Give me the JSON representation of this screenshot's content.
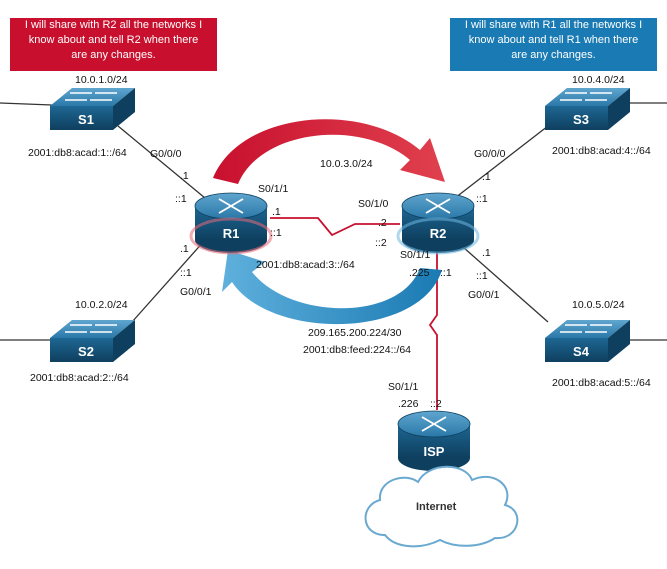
{
  "callouts": {
    "r1": [
      "I will share with R2 all the networks I",
      "know about and tell R2 when there",
      "are any changes."
    ],
    "r2": [
      "I will share with R1 all the networks I",
      "know about and tell R1 when there",
      "are any changes."
    ]
  },
  "devices": {
    "s1": "S1",
    "s2": "S2",
    "s3": "S3",
    "s4": "S4",
    "r1": "R1",
    "r2": "R2",
    "isp": "ISP",
    "internet": "Internet"
  },
  "networks": {
    "s1_v4": "10.0.1.0/24",
    "s1_v6": "2001:db8:acad:1::/64",
    "s2_v4": "10.0.2.0/24",
    "s2_v6": "2001:db8:acad:2::/64",
    "s3_v4": "10.0.4.0/24",
    "s3_v6": "2001:db8:acad:4::/64",
    "s4_v4": "10.0.5.0/24",
    "s4_v6": "2001:db8:acad:5::/64",
    "r1r2_v4": "10.0.3.0/24",
    "r1r2_v6": "2001:db8:acad:3::/64",
    "isp_v4": "209.165.200.224/30",
    "isp_v6": "2001:db8:feed:224::/64"
  },
  "interfaces": {
    "r1_g000": "G0/0/0",
    "r1_g000_v4": ".1",
    "r1_g000_v6": "::1",
    "r1_g001": "G0/0/1",
    "r1_g001_v4": ".1",
    "r1_g001_v6": "::1",
    "r1_s011": "S0/1/1",
    "r1_s011_v4": ".1",
    "r1_s011_v6": "::1",
    "r2_s010": "S0/1/0",
    "r2_s010_v4": ".2",
    "r2_s010_v6": "::2",
    "r2_g000": "G0/0/0",
    "r2_g000_v4": ".1",
    "r2_g000_v6": "::1",
    "r2_g001": "G0/0/1",
    "r2_g001_v4": ".1",
    "r2_g001_v6": "::1",
    "r2_s011": "S0/1/1",
    "r2_s011_v4": ".225",
    "r2_s011_v6": "::1",
    "isp_s011": "S0/1/1",
    "isp_s011_v4": ".226",
    "isp_s011_v6": "::2"
  },
  "colors": {
    "r1_accent": "#c8102e",
    "r2_accent": "#1a7ab3",
    "device_body": "#1b5f86",
    "serial_link": "#c8102e"
  }
}
